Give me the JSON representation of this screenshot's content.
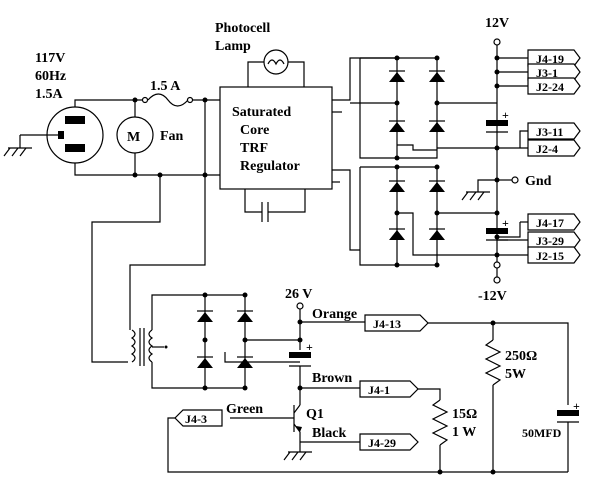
{
  "source": {
    "line1": "117V",
    "line2": "60Hz",
    "line3": "1.5A"
  },
  "fuse": "1.5 A",
  "fan": {
    "symbol": "M",
    "label": "Fan"
  },
  "photocell": {
    "line1": "Photocell",
    "line2": "Lamp"
  },
  "regulator": {
    "line1": "Saturated",
    "line2": "Core",
    "line3": "TRF",
    "line4": "Regulator"
  },
  "rails": {
    "pos": "12V",
    "neg": "-12V",
    "gnd": "Gnd",
    "v26": "26 V"
  },
  "connectors": {
    "j4_19": "J4-19",
    "j3_1": "J3-1",
    "j2_24": "J2-24",
    "j3_11": "J3-11",
    "j2_4": "J2-4",
    "j4_17": "J4-17",
    "j3_29": "J3-29",
    "j2_15": "J2-15",
    "j4_13": "J4-13",
    "j4_1": "J4-1",
    "j4_3": "J4-3",
    "j4_29": "J4-29"
  },
  "wires": {
    "orange": "Orange",
    "brown": "Brown",
    "green": "Green",
    "black": "Black"
  },
  "transistor": "Q1",
  "r250": {
    "line1": "250Ω",
    "line2": "5W"
  },
  "r15": {
    "line1": "15Ω",
    "line2": "1 W"
  },
  "cap": "50MFD"
}
